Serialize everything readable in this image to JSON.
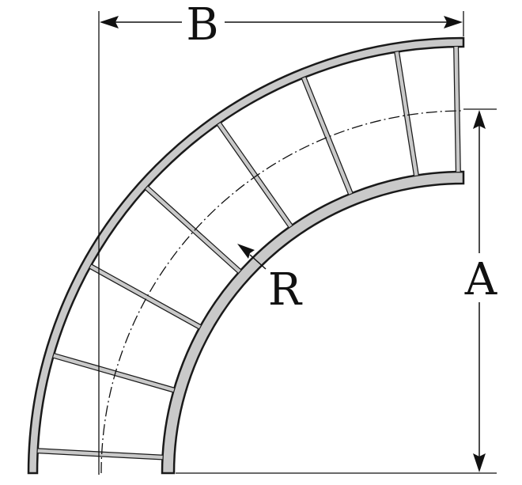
{
  "labels": {
    "width": "B",
    "height": "A",
    "radius": "R"
  },
  "colors": {
    "background": "#ffffff",
    "rail_fill": "#c9c9c9",
    "outline": "#1a1a1a",
    "rung_fill": "#c9c9c9",
    "line": "#111111"
  }
}
